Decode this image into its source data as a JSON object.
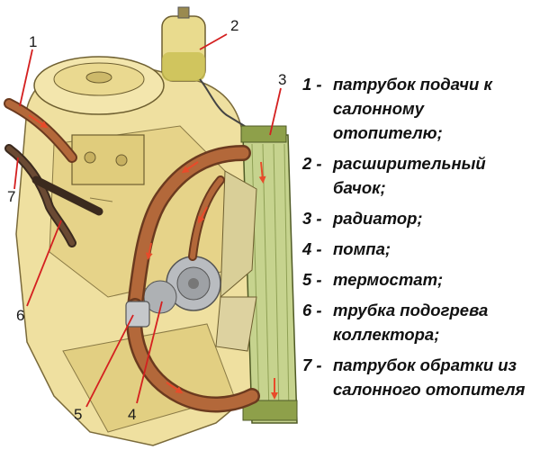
{
  "callouts": [
    "1",
    "2",
    "3",
    "4",
    "5",
    "6",
    "7"
  ],
  "legend": [
    {
      "num": "1 -",
      "text": "патрубок подачи к салонному отопителю;"
    },
    {
      "num": "2 -",
      "text": "расширительный бачок;"
    },
    {
      "num": "3 -",
      "text": "радиатор;"
    },
    {
      "num": "4 -",
      "text": "помпа;"
    },
    {
      "num": "5 -",
      "text": "термостат;"
    },
    {
      "num": "6 -",
      "text": "трубка подогрева коллектора;"
    },
    {
      "num": "7 -",
      "text": "патрубок обратки из салонного отопителя"
    }
  ]
}
